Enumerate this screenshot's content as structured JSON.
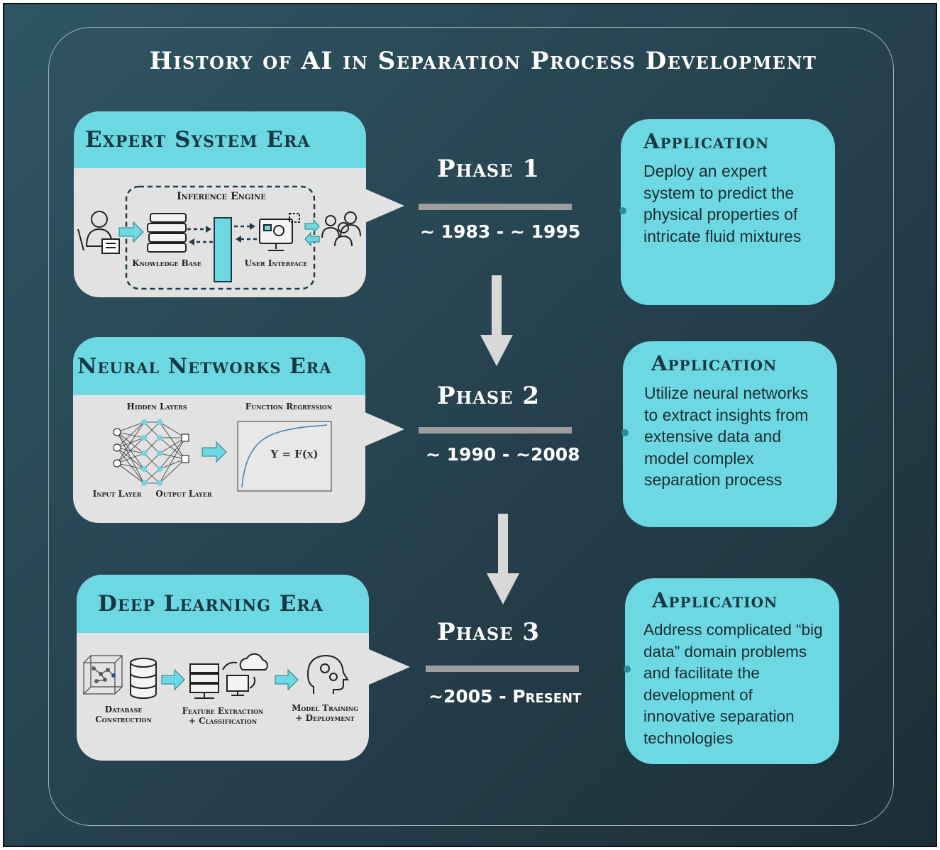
{
  "title": "History of AI in Separation Process Development",
  "eras": [
    {
      "name": "Expert System Era",
      "labels": {
        "inference_engine": "Inference Engine",
        "knowledge_base": "Knowledge Base",
        "user_interface": "User Interface"
      }
    },
    {
      "name": "Neural Networks Era",
      "labels": {
        "hidden_layers": "Hidden Layers",
        "function_regression": "Function Regression",
        "input_layer": "Input Layer",
        "output_layer": "Output Layer",
        "formula": "Y = F(x)"
      }
    },
    {
      "name": "Deep Learning Era",
      "labels": {
        "database_construction": "Database Construction",
        "feature_extraction": "Feature Extraction + Classification",
        "model_training": "Model Training + Deployment"
      }
    }
  ],
  "phases": [
    {
      "label": "Phase 1",
      "years": "~ 1983 - ~ 1995"
    },
    {
      "label": "Phase 2",
      "years": "~ 1990 - ~2008"
    },
    {
      "label": "Phase 3",
      "years": "~2005 - Present"
    }
  ],
  "applications": [
    {
      "title": "Application",
      "text": "Deploy an expert system to predict the physical properties of intricate fluid mixtures"
    },
    {
      "title": "Application",
      "text": "Utilize neural networks to extract insights from extensive data and model complex separation process"
    },
    {
      "title": "Application",
      "text": "Address complicated “big data” domain problems and facilitate the development of innovative separation technologies"
    }
  ],
  "colors": {
    "background_dark": "#25404c",
    "accent_cyan": "#6dd8e2",
    "panel_gray": "#e2e2e2",
    "line_gray": "#9e9e9e",
    "arrow_gray": "#d8d8d8"
  }
}
